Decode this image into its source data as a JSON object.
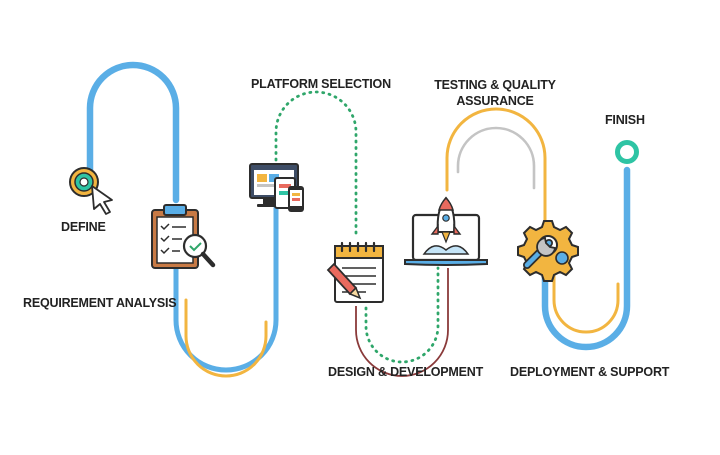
{
  "diagram": {
    "stages": [
      {
        "id": "define",
        "label": "DEFINE",
        "icon": "target-cursor-icon"
      },
      {
        "id": "requirement",
        "label": "REQUIREMENT ANALYSIS",
        "icon": "clipboard-magnifier-icon"
      },
      {
        "id": "platform",
        "label": "PLATFORM SELECTION",
        "icon": "devices-icon"
      },
      {
        "id": "design",
        "label": "DESIGN & DEVELOPMENT",
        "icon": "notepad-pencil-icon"
      },
      {
        "id": "testing",
        "label_line1": "TESTING & QUALITY",
        "label_line2": "ASSURANCE",
        "icon": "laptop-rocket-icon"
      },
      {
        "id": "deployment",
        "label": "DEPLOYMENT & SUPPORT",
        "icon": "gear-wrench-icon"
      },
      {
        "id": "finish",
        "label": "FINISH",
        "icon": "finish-ring-icon"
      }
    ],
    "colors": {
      "blue": "#5aaee6",
      "yellow": "#f2b540",
      "green": "#2fa66a",
      "brown": "#8a3a3a",
      "grey": "#c4c4c4",
      "teal": "#2ec4a4",
      "dark": "#2d2d2d"
    }
  }
}
